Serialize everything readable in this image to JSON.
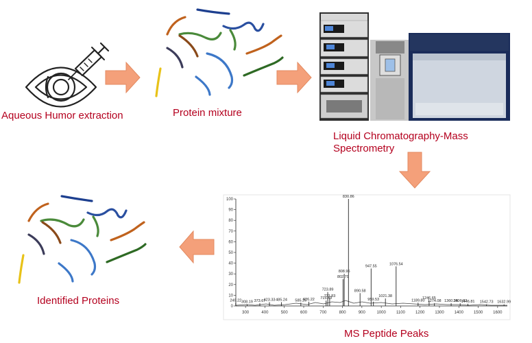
{
  "labels": {
    "extraction": "Aqueous Humor extraction",
    "mixture": "Protein mixture",
    "lcms_line1": "Liquid Chromatography-Mass",
    "lcms_line2": "Spectrometry",
    "identified": "Identified Proteins",
    "peaks": "MS Peptide Peaks"
  },
  "colors": {
    "label": "#b4001e",
    "arrow": "#f4a07a",
    "arrow_stroke": "#e38a60"
  },
  "icons": {
    "eye": "eye-syringe-icon",
    "instrument": "lc-ms-instrument-icon"
  },
  "chart_data": {
    "type": "bar",
    "xlim": [
      250,
      1650
    ],
    "ylim": [
      0,
      100
    ],
    "x_ticks": [
      "300",
      "400",
      "500",
      "600",
      "700",
      "800",
      "900",
      "1000",
      "1100",
      "1200",
      "1300",
      "1400",
      "1500",
      "1600"
    ],
    "y_ticks": [
      "0",
      "10",
      "20",
      "30",
      "40",
      "50",
      "60",
      "70",
      "80",
      "90",
      "100"
    ],
    "peaks": [
      {
        "x": 249.22,
        "y": 3,
        "label": "249.22"
      },
      {
        "x": 308.19,
        "y": 1.5,
        "label": "308.19"
      },
      {
        "x": 373.67,
        "y": 2.5,
        "label": "373.67"
      },
      {
        "x": 423.33,
        "y": 3.5,
        "label": "423.33"
      },
      {
        "x": 485.24,
        "y": 3.5,
        "label": "485.24"
      },
      {
        "x": 585.25,
        "y": 3,
        "label": "585.25"
      },
      {
        "x": 626.22,
        "y": 4,
        "label": "626.22"
      },
      {
        "x": 715.49,
        "y": 5,
        "label": "715.49"
      },
      {
        "x": 723.89,
        "y": 13,
        "label": "723.89"
      },
      {
        "x": 733.83,
        "y": 7,
        "label": "733.83"
      },
      {
        "x": 802.79,
        "y": 25,
        "label": "802.79"
      },
      {
        "x": 808.96,
        "y": 30,
        "label": "808.96"
      },
      {
        "x": 830.86,
        "y": 100,
        "label": "830.86"
      },
      {
        "x": 890.58,
        "y": 12,
        "label": "890.58"
      },
      {
        "x": 947.55,
        "y": 35,
        "label": "947.55"
      },
      {
        "x": 959.53,
        "y": 4,
        "label": "959.53"
      },
      {
        "x": 1021.38,
        "y": 7,
        "label": "1021.38"
      },
      {
        "x": 1076.54,
        "y": 37,
        "label": "1076.54"
      },
      {
        "x": 1189.8,
        "y": 3,
        "label": "1189.80"
      },
      {
        "x": 1246.65,
        "y": 5,
        "label": "1246.65"
      },
      {
        "x": 1274.08,
        "y": 2.5,
        "label": "1274.08"
      },
      {
        "x": 1360.35,
        "y": 2.5,
        "label": "1360.35"
      },
      {
        "x": 1406.82,
        "y": 2.5,
        "label": "1406.82"
      },
      {
        "x": 1446.81,
        "y": 2,
        "label": "1446.81"
      },
      {
        "x": 1542.73,
        "y": 1.5,
        "label": "1542.73"
      },
      {
        "x": 1632.99,
        "y": 1.5,
        "label": "1632.99"
      }
    ]
  }
}
